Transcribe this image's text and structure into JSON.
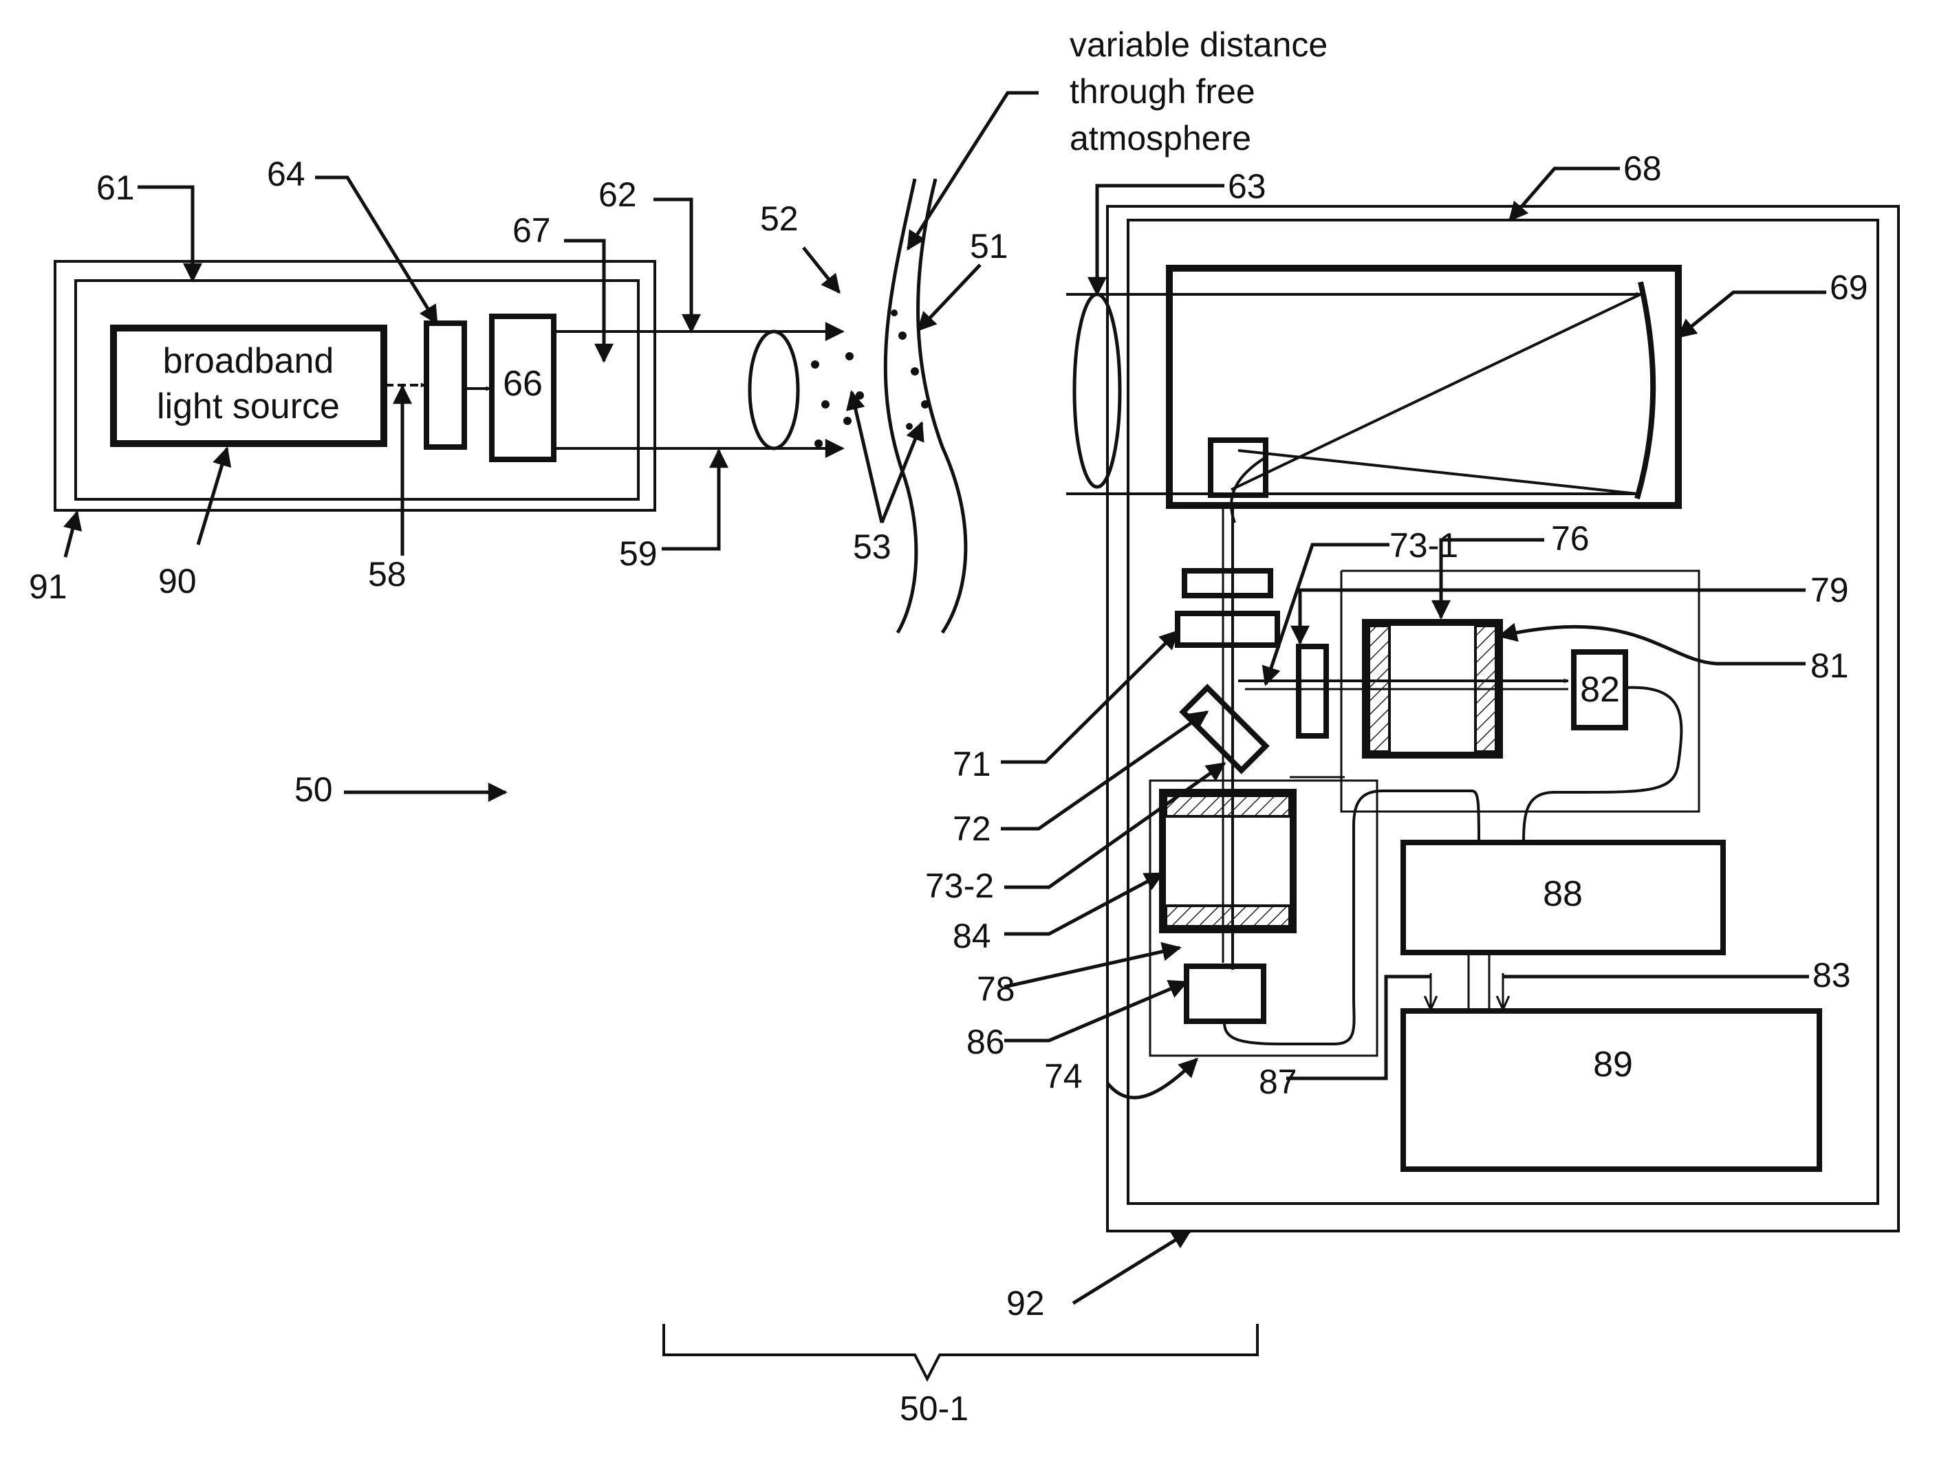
{
  "labels": {
    "atmosphere_line1": "variable distance",
    "atmosphere_line2": "through free",
    "atmosphere_line3": "atmosphere",
    "light_source_line1": "broadband",
    "light_source_line2": "light source",
    "n50": "50",
    "n50_1": "50-1",
    "n51": "51",
    "n52": "52",
    "n53": "53",
    "n58": "58",
    "n59": "59",
    "n61": "61",
    "n62": "62",
    "n63": "63",
    "n64": "64",
    "n66": "66",
    "n67": "67",
    "n68": "68",
    "n69": "69",
    "n71": "71",
    "n72": "72",
    "n73_1": "73-1",
    "n73_2": "73-2",
    "n74": "74",
    "n76": "76",
    "n78": "78",
    "n79": "79",
    "n81": "81",
    "n82": "82",
    "n83": "83",
    "n84": "84",
    "n86": "86",
    "n87": "87",
    "n88": "88",
    "n89": "89",
    "n90": "90",
    "n91": "91",
    "n92": "92"
  }
}
